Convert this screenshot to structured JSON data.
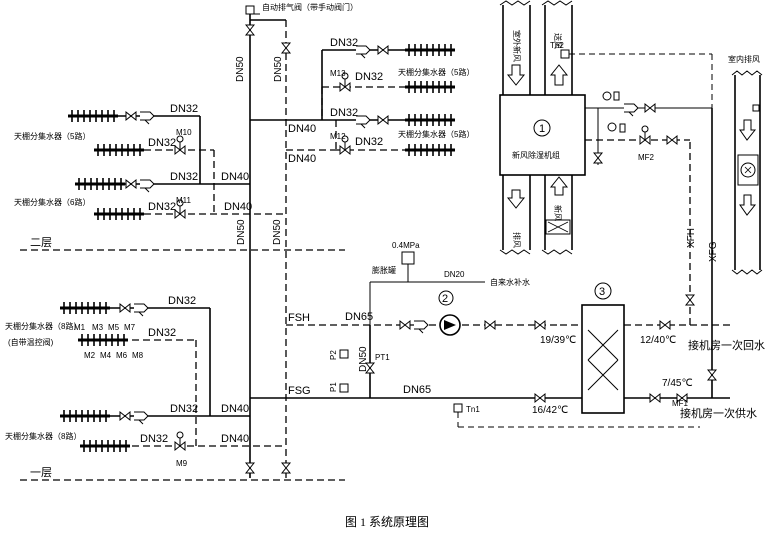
{
  "caption": "图 1    系统原理图",
  "floors": {
    "second": "二层",
    "first": "一层"
  },
  "top": {
    "auto_vent_label": "自动排气阀（带手动阀门）",
    "dn50_a": "DN50",
    "dn50_b": "DN50"
  },
  "upper_right_branches": {
    "dn32_1": "DN32",
    "m13": "M13",
    "dn32_2": "DN32",
    "manifold_5way_a": "天棚分集水器（5路）",
    "dn32_3": "DN32",
    "m12": "M12",
    "dn32_4": "DN32",
    "manifold_5way_b": "天棚分集水器（5路）",
    "dn40_a": "DN40",
    "dn40_b": "DN40"
  },
  "upper_left_branches": {
    "dn32_1": "DN32",
    "m10": "M10",
    "dn32_2": "DN32",
    "manifold_5way": "天棚分集水器（5路）",
    "dn32_3": "DN32",
    "m11": "M11",
    "dn32_4": "DN32",
    "manifold_6way": "天棚分集水器（6路）",
    "dn40_a": "DN40",
    "dn40_b": "DN40",
    "dn50_c": "DN50",
    "dn50_d": "DN50"
  },
  "lower_left_branches": {
    "dn32_1": "DN32",
    "manifold_8way_a": "天棚分集水器（8路）",
    "auto_temp": "(自带温控阀)",
    "m_labels_top": [
      "M1",
      "M3",
      "M5",
      "M7"
    ],
    "m_labels_bottom": [
      "M2",
      "M4",
      "M6",
      "M8"
    ],
    "dn32_2": "DN32",
    "dn32_3": "DN32",
    "dn40_a": "DN40",
    "manifold_8way_b": "天棚分集水器（8路）",
    "dn32_4": "DN32",
    "m9": "M9",
    "dn40_b": "DN40"
  },
  "pump_section": {
    "pressure": "0.4MPa",
    "expansion_tank": "膨胀罐",
    "dn20": "DN20",
    "tap_water": "自来水补水",
    "fsh": "FSH",
    "dn65_a": "DN65",
    "p2": "P2",
    "dn50": "DN50",
    "pt1": "PT1",
    "p1": "P1",
    "fsg": "FSG",
    "dn65_b": "DN65",
    "tn1": "Tn1",
    "pump_no": "2"
  },
  "heat_exchanger": {
    "no": "3",
    "temp_supply_side": "19/39℃",
    "temp_return_side": "16/42℃",
    "primary_return_temp": "12/40℃",
    "primary_supply_temp": "7/45℃",
    "primary_return_label": "接机房一次回水",
    "primary_supply_label": "接机房一次供水",
    "mf1": "MF1"
  },
  "ahu": {
    "no": "1",
    "name": "新风除湿机组",
    "outdoor_air": "室外新风",
    "supply_air": "送风",
    "exhaust": "排风",
    "fresh_air": "新风",
    "tn2": "Tn2",
    "mf2": "MF2",
    "xfh": "XFH",
    "xfg": "XFG",
    "indoor_exhaust": "室内排风"
  }
}
